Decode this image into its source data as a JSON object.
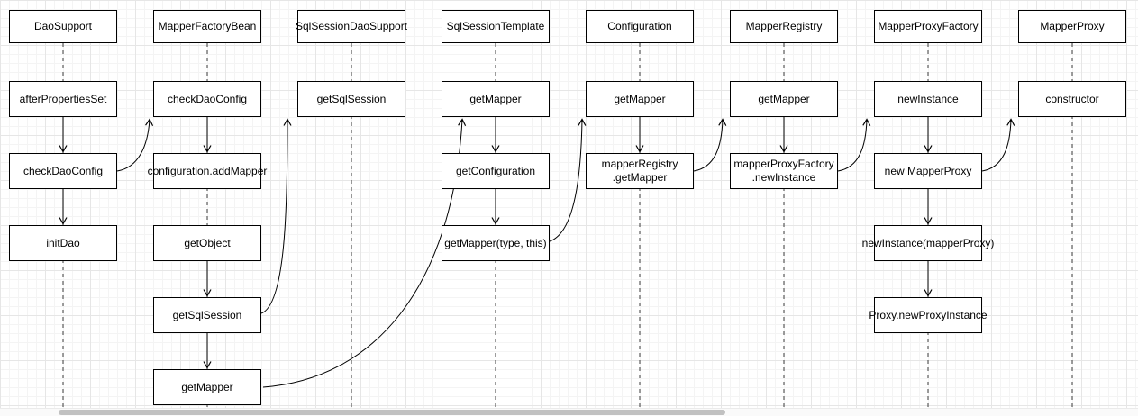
{
  "colors": {
    "background": "#ffffff",
    "grid_major": "#e6e6e6",
    "grid_minor": "#f4f4f4",
    "box_fill": "#ffffff",
    "box_border": "#000000",
    "connector": "#000000",
    "lifeline": "#3b3b3b",
    "scrollbar_thumb": "#c1c1c1"
  },
  "columns": [
    {
      "header": "DaoSupport",
      "boxes": [
        "afterPropertiesSet",
        "checkDaoConfig",
        "initDao"
      ]
    },
    {
      "header": "MapperFactoryBean",
      "boxes": [
        "checkDaoConfig",
        "configuration.addMapper",
        "getObject",
        "getSqlSession",
        "getMapper"
      ]
    },
    {
      "header": "SqlSessionDaoSupport",
      "boxes": [
        "getSqlSession"
      ]
    },
    {
      "header": "SqlSessionTemplate",
      "boxes": [
        "getMapper",
        "getConfiguration",
        "getMapper(type, this)"
      ]
    },
    {
      "header": "Configuration",
      "boxes": [
        "getMapper",
        "mapperRegistry\n.getMapper"
      ]
    },
    {
      "header": "MapperRegistry",
      "boxes": [
        "getMapper",
        "mapperProxyFactory\n.newInstance"
      ]
    },
    {
      "header": "MapperProxyFactory",
      "boxes": [
        "newInstance",
        "new MapperProxy",
        "newInstance(mapperProxy)",
        "Proxy.newProxyInstance"
      ]
    },
    {
      "header": "MapperProxy",
      "boxes": [
        "constructor"
      ]
    }
  ],
  "edges": [
    {
      "from": "DaoSupport.afterPropertiesSet",
      "to": "DaoSupport.checkDaoConfig"
    },
    {
      "from": "DaoSupport.checkDaoConfig",
      "to": "DaoSupport.initDao"
    },
    {
      "from": "DaoSupport.checkDaoConfig",
      "to": "MapperFactoryBean.checkDaoConfig"
    },
    {
      "from": "MapperFactoryBean.checkDaoConfig",
      "to": "MapperFactoryBean.configuration.addMapper"
    },
    {
      "from": "MapperFactoryBean.getObject",
      "to": "MapperFactoryBean.getSqlSession"
    },
    {
      "from": "MapperFactoryBean.getSqlSession",
      "to": "MapperFactoryBean.getMapper"
    },
    {
      "from": "MapperFactoryBean.getSqlSession",
      "to": "SqlSessionDaoSupport.getSqlSession"
    },
    {
      "from": "MapperFactoryBean.getMapper",
      "to": "SqlSessionTemplate.getMapper"
    },
    {
      "from": "SqlSessionTemplate.getMapper",
      "to": "SqlSessionTemplate.getConfiguration"
    },
    {
      "from": "SqlSessionTemplate.getConfiguration",
      "to": "SqlSessionTemplate.getMapper(type, this)"
    },
    {
      "from": "SqlSessionTemplate.getMapper(type, this)",
      "to": "Configuration.getMapper"
    },
    {
      "from": "Configuration.getMapper",
      "to": "Configuration.mapperRegistry.getMapper"
    },
    {
      "from": "Configuration.mapperRegistry.getMapper",
      "to": "MapperRegistry.getMapper"
    },
    {
      "from": "MapperRegistry.getMapper",
      "to": "MapperRegistry.mapperProxyFactory.newInstance"
    },
    {
      "from": "MapperRegistry.mapperProxyFactory.newInstance",
      "to": "MapperProxyFactory.newInstance"
    },
    {
      "from": "MapperProxyFactory.newInstance",
      "to": "MapperProxyFactory.new MapperProxy"
    },
    {
      "from": "MapperProxyFactory.new MapperProxy",
      "to": "MapperProxyFactory.newInstance(mapperProxy)"
    },
    {
      "from": "MapperProxyFactory.newInstance(mapperProxy)",
      "to": "MapperProxyFactory.Proxy.newProxyInstance"
    },
    {
      "from": "MapperProxyFactory.new MapperProxy",
      "to": "MapperProxy.constructor"
    }
  ]
}
